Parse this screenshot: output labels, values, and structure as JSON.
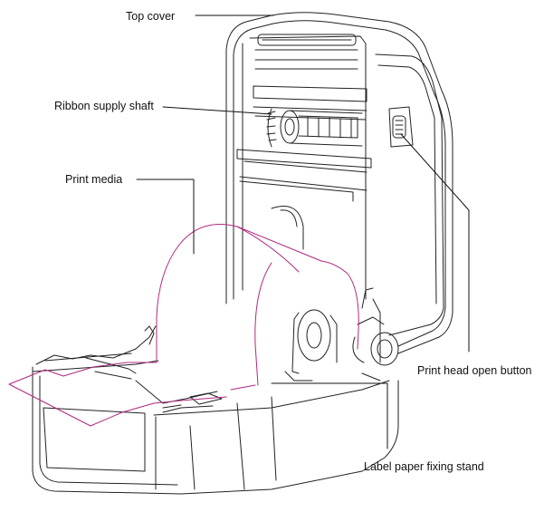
{
  "labels": {
    "top_cover": "Top cover",
    "ribbon_supply_shaft": "Ribbon supply shaft",
    "print_media": "Print media",
    "print_head_open_button": "Print head open button",
    "label_paper_fixing_stand": "Label paper fixing stand"
  },
  "colors": {
    "outline": "#222222",
    "media": "#b0287e",
    "leader": "#111111"
  }
}
